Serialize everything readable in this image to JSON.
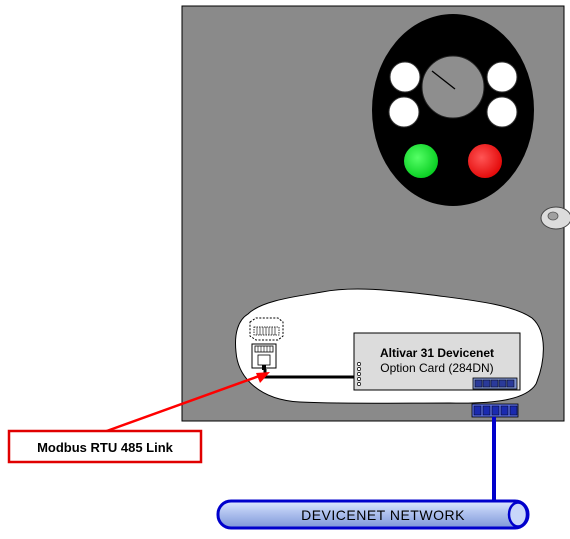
{
  "option_card": {
    "title": "Altivar 31 Devicenet",
    "subtitle": "Option Card (284DN)"
  },
  "modbus_label": "Modbus RTU 485 Link",
  "network_label": "DEVICENET NETWORK",
  "colors": {
    "drive_body": "#8a8a8a",
    "keypad": "#000000",
    "run_button": "#00dd22",
    "stop_button": "#ee1111",
    "red_link": "#ff0000",
    "network_blue": "#0000cc",
    "pipe_fill": "#a9bef0"
  }
}
